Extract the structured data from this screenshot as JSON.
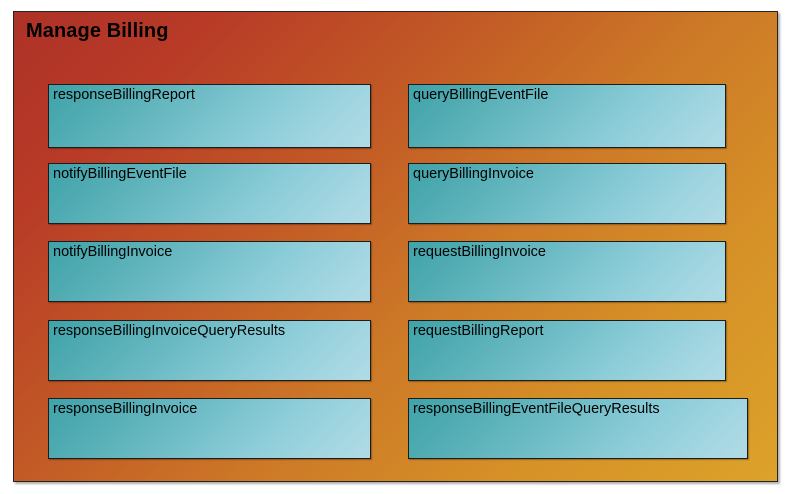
{
  "diagram": {
    "type": "uml-package",
    "title": "Manage Billing",
    "background_start_color": "#ad3227",
    "background_end_color": "#dca22a",
    "member_start_color": "#3fa3ab",
    "member_end_color": "#b0dbe6",
    "border_color": "#242424",
    "columns": [
      {
        "name": "left-column",
        "members": [
          {
            "label": "responseBillingReport"
          },
          {
            "label": "notifyBillingEventFile"
          },
          {
            "label": "notifyBillingInvoice"
          },
          {
            "label": "responseBillingInvoiceQueryResults"
          },
          {
            "label": "responseBillingInvoice"
          }
        ]
      },
      {
        "name": "right-column",
        "members": [
          {
            "label": "queryBillingEventFile"
          },
          {
            "label": "queryBillingInvoice"
          },
          {
            "label": "requestBillingInvoice"
          },
          {
            "label": "requestBillingReport"
          },
          {
            "label": "responseBillingEventFileQueryResults"
          }
        ]
      }
    ]
  }
}
